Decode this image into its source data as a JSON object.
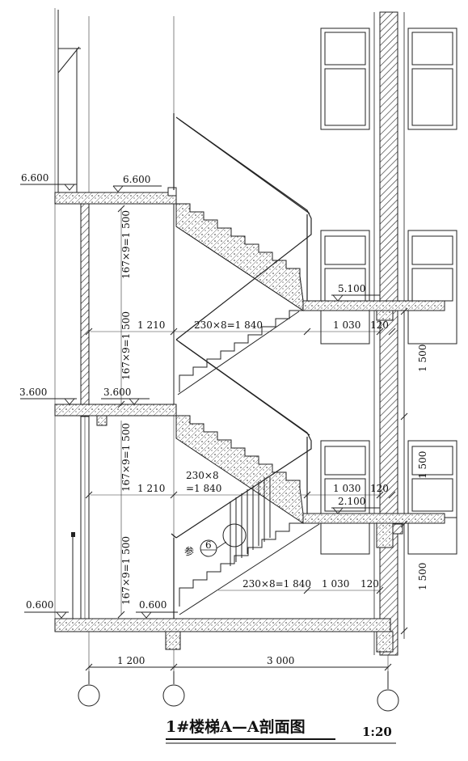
{
  "drawing": {
    "title": "1#楼梯A—A剖面图",
    "scale": "1:20",
    "levels": {
      "l6600_left": "6.600",
      "l6600_right": "6.600",
      "l5100": "5.100",
      "l3600_left": "3.600",
      "l3600_right": "3.600",
      "l2100": "2.100",
      "l0600_left": "0.600",
      "l0600_right": "0.600"
    },
    "dimensions": {
      "riser_upper_a": "167×9=1 500",
      "riser_upper_b": "167×9=1 500",
      "riser_lower_a": "167×9=1 500",
      "riser_lower_b": "167×9=1 500",
      "width_1210_upper": "1 210",
      "width_1210_lower": "1 210",
      "tread_upper": "230×8=1 840",
      "tread_mid_a": "230×8",
      "tread_mid_b": "=1 840",
      "tread_lower": "230×8=1 840",
      "landing_1030_upper": "1 030",
      "landing_120_upper": "120",
      "landing_1030_mid": "1 030",
      "landing_120_mid": "120",
      "landing_1030_lower": "1 030",
      "landing_120_lower": "120",
      "right_1500_a": "1 500",
      "right_1500_b": "1 500",
      "right_1500_c": "1 500",
      "bottom_1200": "1 200",
      "bottom_3000": "3 000"
    },
    "reference": {
      "prefix": "参",
      "number": "6"
    }
  }
}
